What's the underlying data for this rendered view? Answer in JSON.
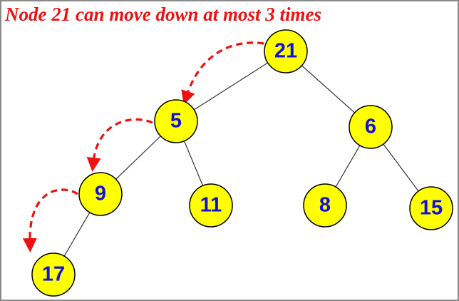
{
  "title": "Node 21 can move down at most 3 times",
  "colors": {
    "title": "#ee1111",
    "node_fill": "#ffff00",
    "node_stroke": "#000000",
    "node_text": "#1111dd",
    "edge": "#333333",
    "arrow": "#ee1111",
    "frame": "#8a8a8a"
  },
  "tree": {
    "nodes": [
      {
        "id": "n21",
        "label": "21"
      },
      {
        "id": "n5",
        "label": "5"
      },
      {
        "id": "n6",
        "label": "6"
      },
      {
        "id": "n9",
        "label": "9"
      },
      {
        "id": "n11",
        "label": "11"
      },
      {
        "id": "n8",
        "label": "8"
      },
      {
        "id": "n15",
        "label": "15"
      },
      {
        "id": "n17",
        "label": "17"
      }
    ],
    "edges": [
      {
        "from": "n21",
        "to": "n5"
      },
      {
        "from": "n21",
        "to": "n6"
      },
      {
        "from": "n5",
        "to": "n9"
      },
      {
        "from": "n5",
        "to": "n11"
      },
      {
        "from": "n6",
        "to": "n8"
      },
      {
        "from": "n6",
        "to": "n15"
      },
      {
        "from": "n9",
        "to": "n17"
      }
    ],
    "move_path": [
      {
        "from": "n21",
        "to": "n5"
      },
      {
        "from": "n5",
        "to": "n9"
      },
      {
        "from": "n9",
        "to": "n17"
      }
    ]
  }
}
